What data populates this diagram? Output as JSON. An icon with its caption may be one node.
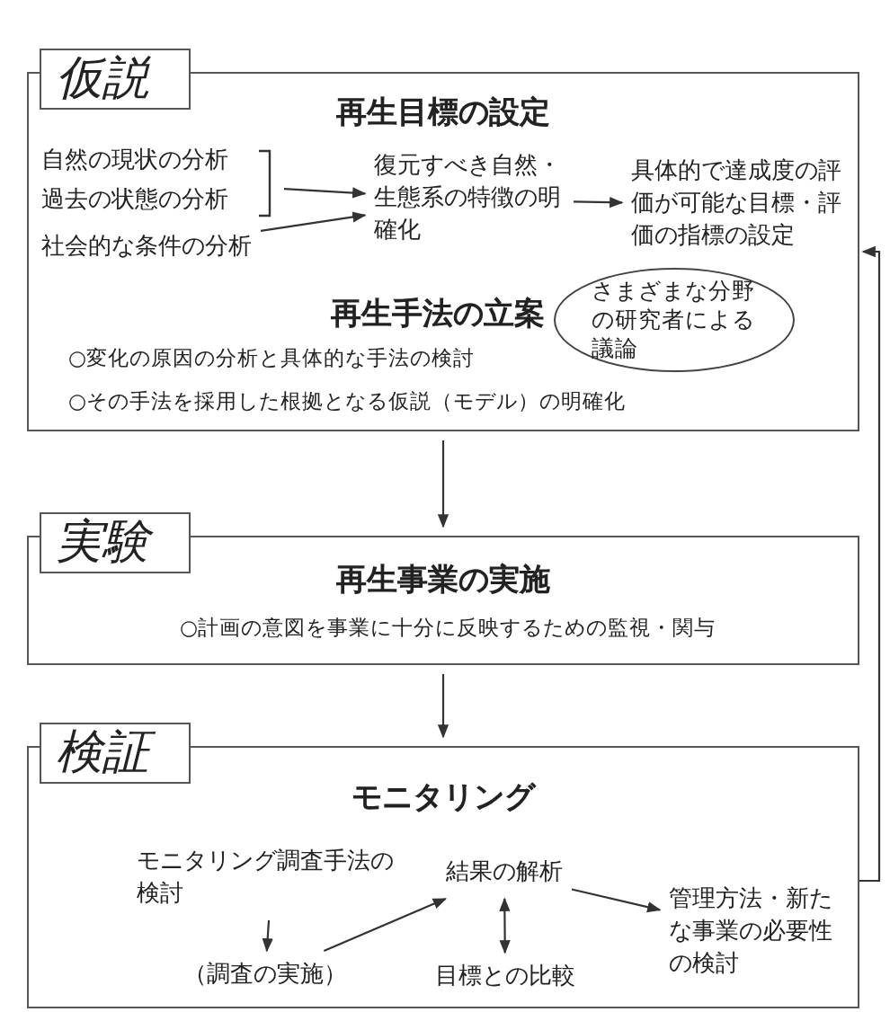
{
  "diagram": {
    "nodes": [
      {
        "text": [
          "仮説",
          "再生目標の設定",
          "再生手法の立案",
          "○変化の原因の分析と具体的な手法の検討",
          "○その手法を採用した根拠となる仮説（モデル）の明確化"
        ]
      },
      {
        "text": [
          "自然の現状の分析",
          "過去の状態の分析"
        ],
        "in": 0
      },
      {
        "text": [
          "社会的な条件の分析"
        ],
        "in": 0
      },
      {
        "text": [
          "復元すべき自然・生態系の特徴の明確化"
        ],
        "in": 0
      },
      {
        "text": [
          "具体的で達成度の評価が可能な目標・評価の指標の設定"
        ],
        "in": 0
      },
      {
        "text": [
          "さまざまな分野の研究者による議論"
        ],
        "in": 0
      },
      {
        "text": [
          "実験",
          "再生事業の実施",
          "○計画の意図を事業に十分に反映するための監視・関与"
        ]
      },
      {
        "text": [
          "検証",
          "モニタリング"
        ]
      },
      {
        "text": [
          "モニタリング調査手法の検討"
        ],
        "in": 7
      },
      {
        "text": [
          "（調査の実施）"
        ],
        "in": 7
      },
      {
        "text": [
          "結果の解析"
        ],
        "in": 7
      },
      {
        "text": [
          "目標との比較"
        ],
        "in": 7
      },
      {
        "text": [
          "管理方法・新たな事業の必要性の検討"
        ],
        "in": 7
      }
    ],
    "edges": [
      {
        "from": 1,
        "to": 3,
        "arrow": "to"
      },
      {
        "from": 2,
        "to": 3,
        "arrow": "to"
      },
      {
        "from": 3,
        "to": 4,
        "arrow": "to"
      },
      {
        "from": 0,
        "to": 6,
        "arrow": "to"
      },
      {
        "from": 6,
        "to": 7,
        "arrow": "to"
      },
      {
        "from": 8,
        "to": 9,
        "arrow": "to"
      },
      {
        "from": 9,
        "to": 10,
        "arrow": "to"
      },
      {
        "from": 10,
        "to": 11,
        "arrow": "both"
      },
      {
        "from": 10,
        "to": 12,
        "arrow": "to"
      },
      {
        "from": 7,
        "to": 0,
        "arrow": "to"
      }
    ]
  }
}
